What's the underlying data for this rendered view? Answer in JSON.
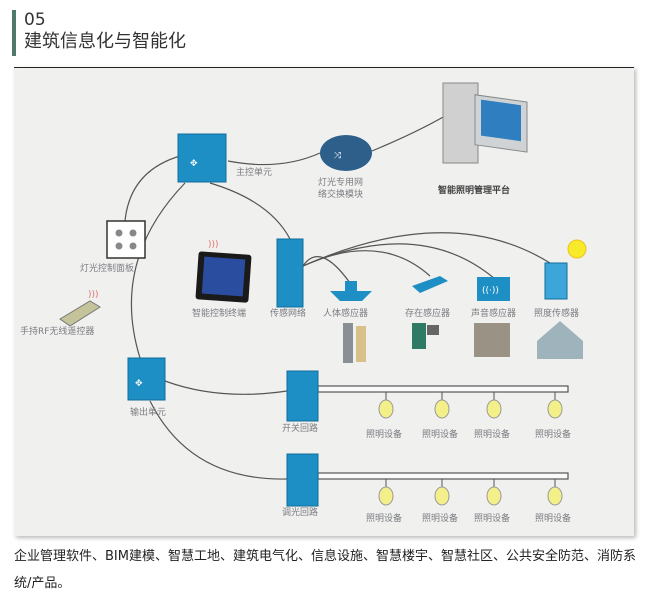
{
  "header": {
    "number": "05",
    "title": "建筑信息化与智能化"
  },
  "diagram": {
    "main_control": "主控单元",
    "network_switch": [
      "灯光专用网",
      "络交换模块"
    ],
    "platform": "智能照明管理平台",
    "panel": "灯光控制面板",
    "remote": "手持RF无线遥控器",
    "terminal": "智能控制终端",
    "sensor_network": "传感网络",
    "sensors": [
      "人体感应器",
      "存在感应器",
      "声音感应器",
      "照度传感器"
    ],
    "output_unit": "输出单元",
    "switch_loop": "开关回路",
    "dimmer_loop": "调光回路",
    "switch_devices": [
      "照明设备",
      "照明设备",
      "照明设备",
      "照明设备"
    ],
    "dimmer_devices": [
      "照明设备",
      "照明设备",
      "照明设备",
      "照明设备"
    ],
    "colors": {
      "device_blue": "#1e8fc4",
      "bulb": "#f3f08a",
      "accent_bar": "#4f7a6c"
    }
  },
  "caption": "企业管理软件、BIM建模、智慧工地、建筑电气化、信息设施、智慧楼宇、智慧社区、公共安全防范、消防系统/产品。"
}
